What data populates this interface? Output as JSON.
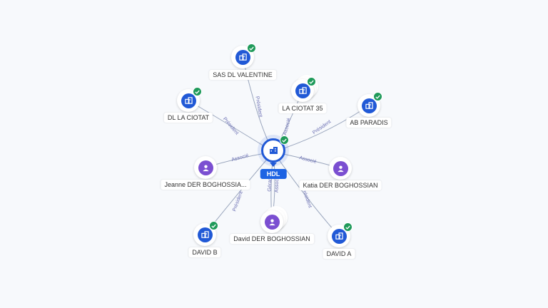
{
  "center": {
    "label": "HDL",
    "icon": "building-icon",
    "verified": true
  },
  "nodes": [
    {
      "id": "sas",
      "label": "SAS DL VALENTINE",
      "type": "company",
      "verified": true
    },
    {
      "id": "laciotat35",
      "label": "LA CIOTAT 35",
      "type": "company",
      "verified": true,
      "stacked": true
    },
    {
      "id": "dllaciotat",
      "label": "DL LA CIOTAT",
      "type": "company",
      "verified": true
    },
    {
      "id": "abparadis",
      "label": "AB PARADIS",
      "type": "company",
      "verified": true
    },
    {
      "id": "jeanne",
      "label": "Jeanne DER BOGHOSSIA...",
      "type": "person"
    },
    {
      "id": "katia",
      "label": "Katia DER BOGHOSSIAN",
      "type": "person"
    },
    {
      "id": "david",
      "label": "David DER BOGHOSSIAN",
      "type": "person",
      "stacked": true
    },
    {
      "id": "davidb",
      "label": "DAVID B",
      "type": "company",
      "verified": true
    },
    {
      "id": "davida",
      "label": "DAVID A",
      "type": "company",
      "verified": true
    }
  ],
  "edges": [
    {
      "to": "sas",
      "label": "Président"
    },
    {
      "to": "laciotat35",
      "label": "Associé"
    },
    {
      "to": "dllaciotat",
      "label": "Président"
    },
    {
      "to": "abparadis",
      "label": "Président"
    },
    {
      "to": "jeanne",
      "label": "Associé"
    },
    {
      "to": "katia",
      "label": "Associé"
    },
    {
      "to": "david",
      "label": "Gérant"
    },
    {
      "to": "david",
      "label": "Associé"
    },
    {
      "to": "davidb",
      "label": "Président"
    },
    {
      "to": "davida",
      "label": "Président"
    }
  ],
  "colors": {
    "company": "#2159d6",
    "person": "#7b4fd1",
    "verified": "#1f9a5a",
    "center_label_bg": "#1d63e3"
  }
}
